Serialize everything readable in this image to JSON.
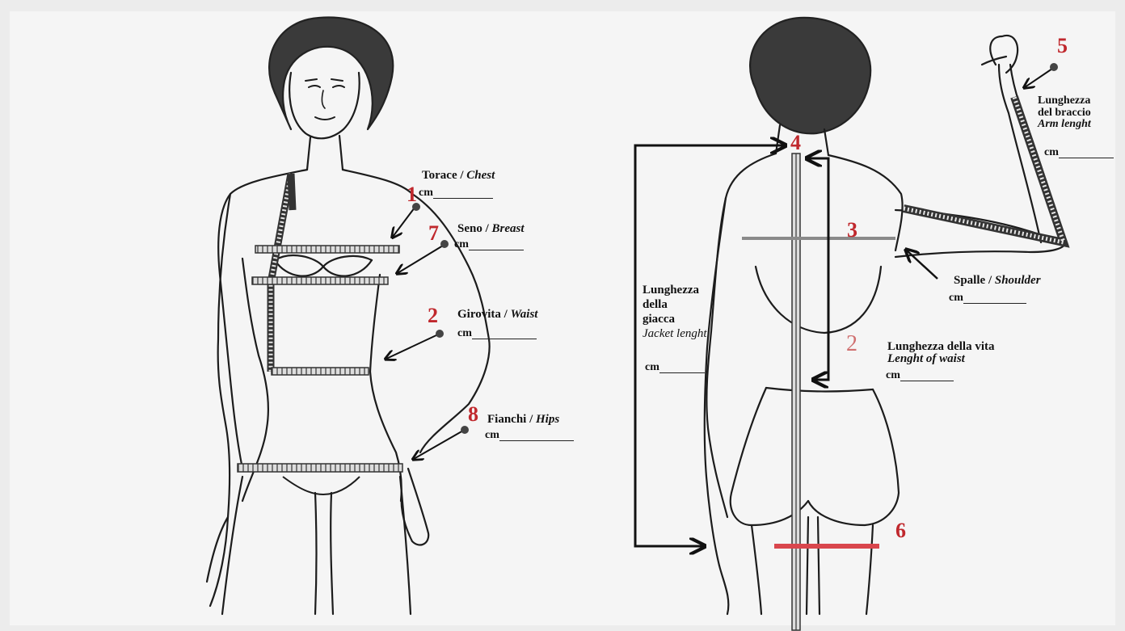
{
  "measurements": {
    "chest": {
      "number": "1",
      "label_it": "Torace",
      "label_en": "Chest",
      "unit": "cm"
    },
    "breast": {
      "number": "7",
      "label_it": "Seno",
      "label_en": "Breast",
      "unit": "cm"
    },
    "waist": {
      "number": "2",
      "label_it": "Girovita",
      "label_en": "Waist",
      "unit": "cm"
    },
    "hips": {
      "number": "8",
      "label_it": "Fianchi",
      "label_en": "Hips",
      "unit": "cm"
    },
    "shoulder": {
      "number": "3",
      "label_it": "Spalle",
      "label_en": "Shoulder",
      "unit": "cm"
    },
    "back_top": {
      "number": "4"
    },
    "arm": {
      "number": "5",
      "label_it_1": "Lunghezza",
      "label_it_2": "del braccio",
      "label_en": "Arm lenght",
      "unit": "cm"
    },
    "waist_length": {
      "number": "2",
      "label_it": "Lunghezza della vita",
      "label_en": "Lenght of waist",
      "unit": "cm"
    },
    "seat": {
      "number": "6"
    },
    "jacket": {
      "label_it_1": "Lunghezza",
      "label_it_2": "della",
      "label_it_3": "giacca",
      "label_en": "Jacket lenght",
      "unit": "cm"
    },
    "separator": " / "
  },
  "colors": {
    "ink": "#1a1a1a",
    "accent_red": "#c0282d",
    "guide_gray": "#8a8a8a",
    "paper": "#f4f4f4"
  }
}
